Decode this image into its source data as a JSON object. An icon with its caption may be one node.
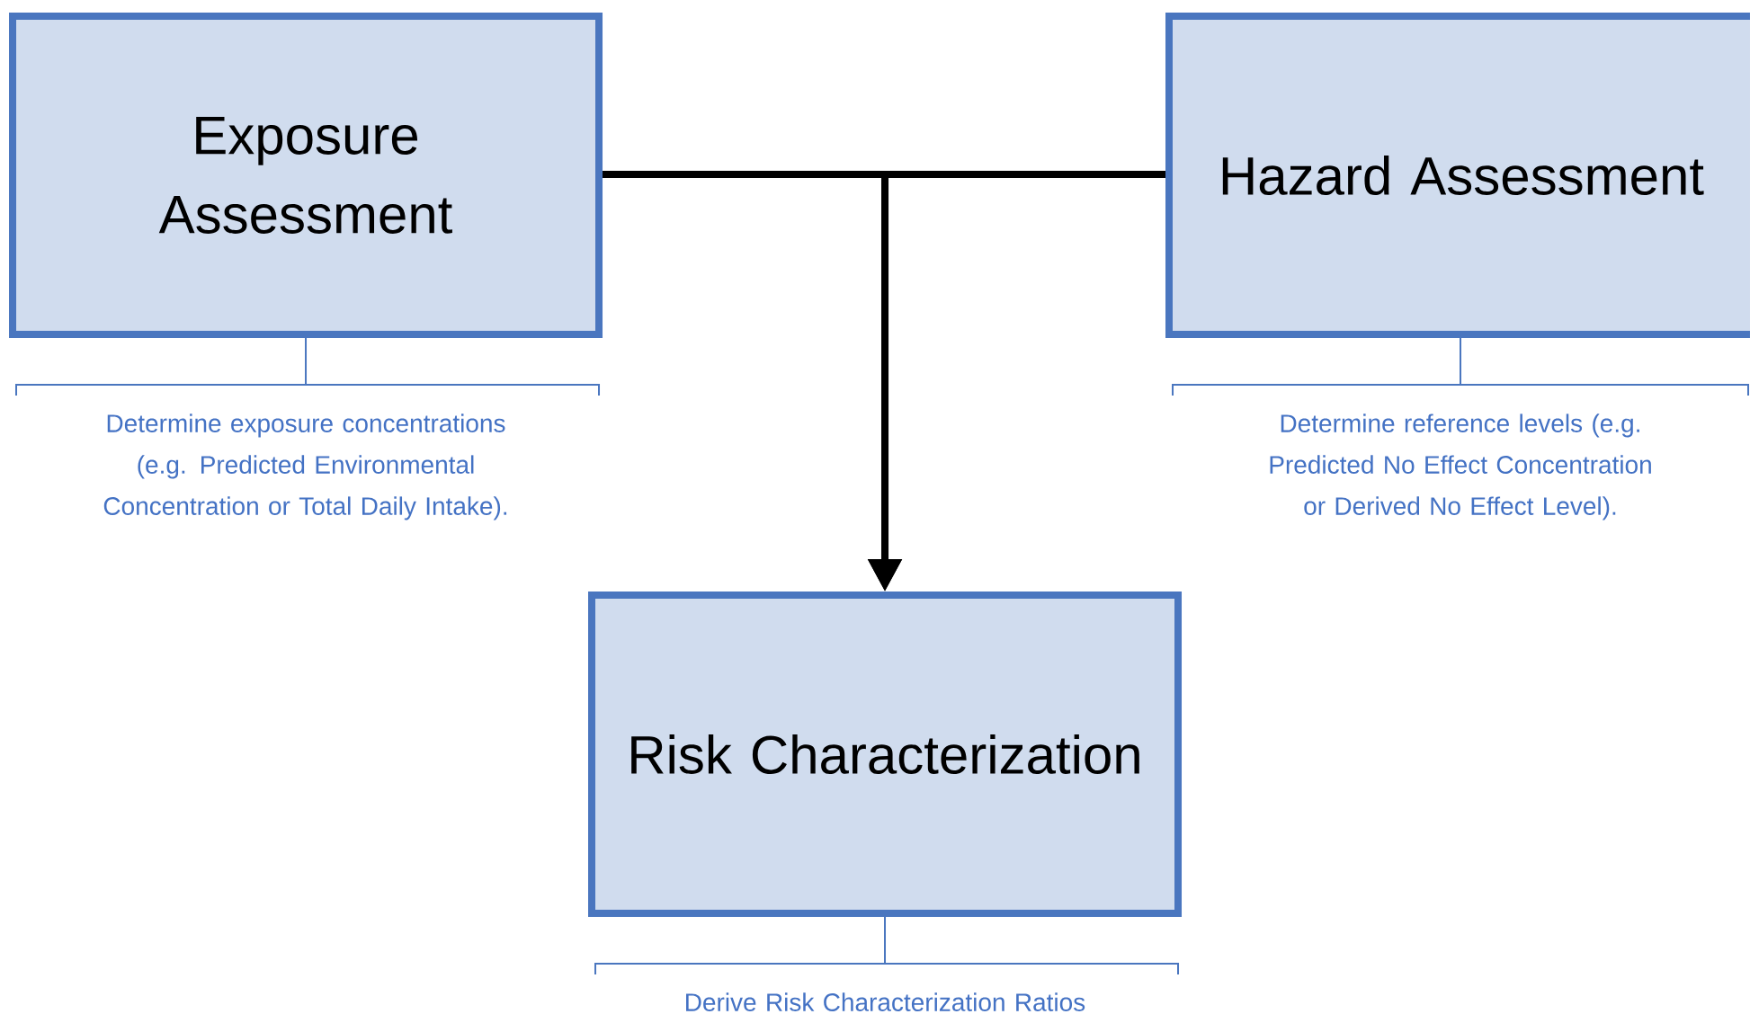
{
  "diagram": {
    "nodes": [
      {
        "text": [
          "Exposure Assessment"
        ],
        "beside": [
          "Determine exposure concentrations (e.g. Predicted Environmental Concentration or Total Daily Intake)."
        ]
      },
      {
        "text": [
          "Hazard Assessment"
        ],
        "beside": [
          "Determine reference levels (e.g. Predicted No Effect Concentration or Derived No Effect Level)."
        ]
      },
      {
        "text": [
          "Risk Characterization"
        ],
        "beside": [
          "Derive Risk Characterization Ratios"
        ]
      }
    ],
    "edges": [
      {
        "from": 0,
        "to": 2,
        "arrow": "to"
      },
      {
        "from": 1,
        "to": 2,
        "arrow": "to"
      }
    ]
  }
}
